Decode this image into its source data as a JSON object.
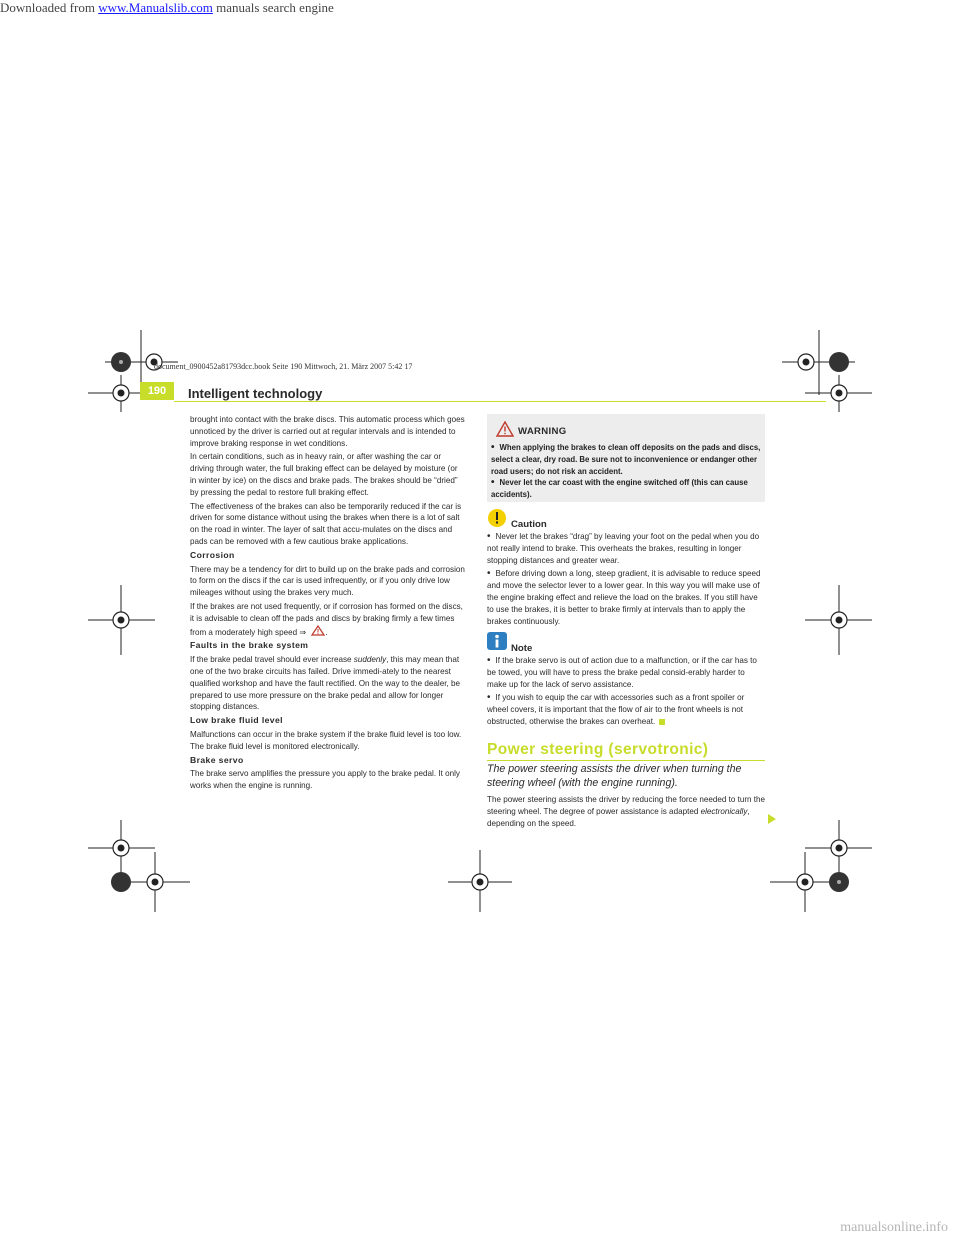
{
  "download_banner": {
    "prefix": "Downloaded from",
    "link": "www.Manualslib.com",
    "suffix": "manuals search engine"
  },
  "watermark": "manualsonline.info",
  "book_line": "document_0900452a81793dcc.book  Seite 190  Mittwoch, 21. März 2007  5:42 17",
  "header": {
    "page_number": "190",
    "section_title": "Intelligent technology"
  },
  "left_column": {
    "p1": "brought into contact with the brake discs. This automatic process which goes unnoticed by the driver is carried out at regular intervals and is intended to improve braking response in wet conditions.",
    "p2": "In certain conditions, such as in heavy rain, or after washing the car or driving through water, the full braking effect can be delayed by moisture (or in winter by ice) on the discs and brake pads. The brakes should be “dried” by pressing the pedal to restore full braking effect.",
    "p3": "The effectiveness of the brakes can also be temporarily reduced if the car is driven for some distance without using the brakes when there is a lot of salt on the road in winter. The layer of salt that accu-mulates on the discs and pads can be removed with a few cautious brake applications.",
    "corrosion_heading": "Corrosion",
    "corrosion_p1": "There may be a tendency for dirt to build up on the brake pads and corrosion to form on the discs if the car is used infrequently, or if you only drive low mileages without using the brakes very much.",
    "corrosion_p2": "If the brakes are not used frequently, or if corrosion has formed on the discs, it is advisable to clean off the pads and discs by braking firmly a few times from a moderately high speed ⇒",
    "faults_heading": "Faults in the brake system",
    "faults_p_before": "If the brake pedal travel should ever increase ",
    "faults_p_em": "suddenly",
    "faults_p_after": ", this may mean that one of the two brake circuits has failed. Drive immedi-ately to the nearest qualified workshop and have the fault rectified. On the way to the dealer, be prepared to use more pressure on the brake pedal and allow for longer stopping distances.",
    "fluid_heading": "Low brake fluid level",
    "fluid_p": "Malfunctions can occur in the brake system if the brake fluid level is too low. The brake fluid level is monitored electronically.",
    "servo_heading": "Brake servo",
    "servo_p": "The brake servo amplifies the pressure you apply to the brake pedal. It only works when the engine is running."
  },
  "warning": {
    "title": "WARNING",
    "items": [
      "When applying the brakes to clean off deposits on the pads and discs, select a clear, dry road. Be sure not to inconvenience or endanger other road users; do not risk an accident.",
      "Never let the car coast with the engine switched off (this can cause accidents)."
    ]
  },
  "caution": {
    "title": "Caution",
    "items": [
      "Never let the brakes “drag” by leaving your foot on the pedal when you do not really intend to brake. This overheats the brakes, resulting in longer stopping distances and greater wear.",
      "Before driving down a long, steep gradient, it is advisable to reduce speed and move the selector lever to a lower gear. In this way you will make use of the engine braking effect and relieve the load on the brakes. If you still have to use the brakes, it is better to brake firmly at intervals than to apply the brakes continuously."
    ]
  },
  "note": {
    "title": "Note",
    "items": [
      "If the brake servo is out of action due to a malfunction, or if the car has to be towed, you will have to press the brake pedal consid-erably harder to make up for the lack of servo assistance.",
      "If you wish to equip the car with accessories such as a front spoiler or wheel covers, it is important that the flow of air to the front wheels is not obstructed, otherwise the brakes can overheat."
    ]
  },
  "power_steering": {
    "title": "Power steering (servotronic)",
    "intro": "The power steering assists the driver when turning the steering wheel (with the engine running).",
    "body_before": "The power steering assists the driver by reducing the force needed to turn the steering wheel. The degree of power assistance is adapted ",
    "body_em": "electronically",
    "body_after": ", depending on the speed."
  },
  "colors": {
    "accent": "#c8dc2a",
    "warning_bg": "#ededed",
    "caution_icon": "#f5d000",
    "note_icon": "#2d7fc1",
    "text": "#2a2a2a"
  },
  "icons": {
    "warning": "warning-triangle-icon",
    "caution": "exclamation-icon",
    "note": "info-icon",
    "next_page": "next-page-arrow-icon",
    "registration": "registration-mark-icon"
  }
}
